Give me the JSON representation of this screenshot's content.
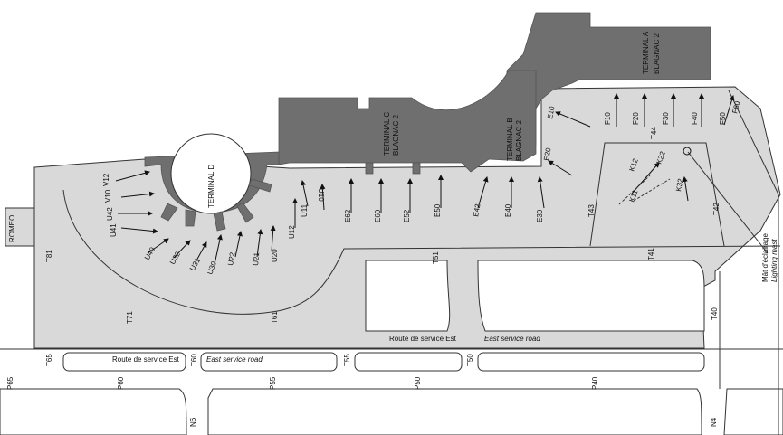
{
  "terminals": {
    "a": [
      "TERMINAL A",
      "BLAGNAC 2"
    ],
    "b": [
      "TERMINAL B",
      "BLAGNAC 2"
    ],
    "c": [
      "TERMINAL C",
      "BLAGNAC 2"
    ],
    "d": "TERMINAL D"
  },
  "areas": {
    "romeo": "ROMEO"
  },
  "mast": {
    "fr": "Mât d'éclairage",
    "en": "Lighting mast"
  },
  "roads": {
    "service_fr_1": "Route de service Est",
    "service_en_1": "East service road",
    "service_fr_2": "Route de service Est",
    "service_en_2": "East service road"
  },
  "stands": {
    "v12": "V12",
    "v10": "V10",
    "u42": "U42",
    "u41": "U41",
    "u40": "U40",
    "u32": "U32",
    "u31": "U31",
    "u30": "U30",
    "u22": "U22",
    "u21": "U21",
    "u20": "U20",
    "u12": "U12",
    "u11": "U11",
    "u10": "U10",
    "e62": "E62",
    "e60": "E60",
    "e52": "E52",
    "e50": "E50",
    "e42": "E42",
    "e40": "E40",
    "e30": "E30",
    "e20": "E20",
    "e10": "E10",
    "f10": "F10",
    "f20": "F20",
    "f30": "F30",
    "f40": "F40",
    "f50": "F50",
    "f60": "F60",
    "k12": "K12",
    "k11": "K11",
    "k22": "K22",
    "k32": "K32"
  },
  "taxi": {
    "t81": "T81",
    "t71": "T71",
    "t61": "T61",
    "t51": "T51",
    "t44": "T44",
    "t43": "T43",
    "t42": "T42",
    "t41": "T41",
    "t40": "T40",
    "t65": "T65",
    "t60": "T60",
    "t55": "T55",
    "t50": "T50",
    "p65": "P65",
    "p60": "P60",
    "p55": "P55",
    "p50": "P50",
    "p40": "P40",
    "n6": "N6",
    "n4": "N4"
  }
}
